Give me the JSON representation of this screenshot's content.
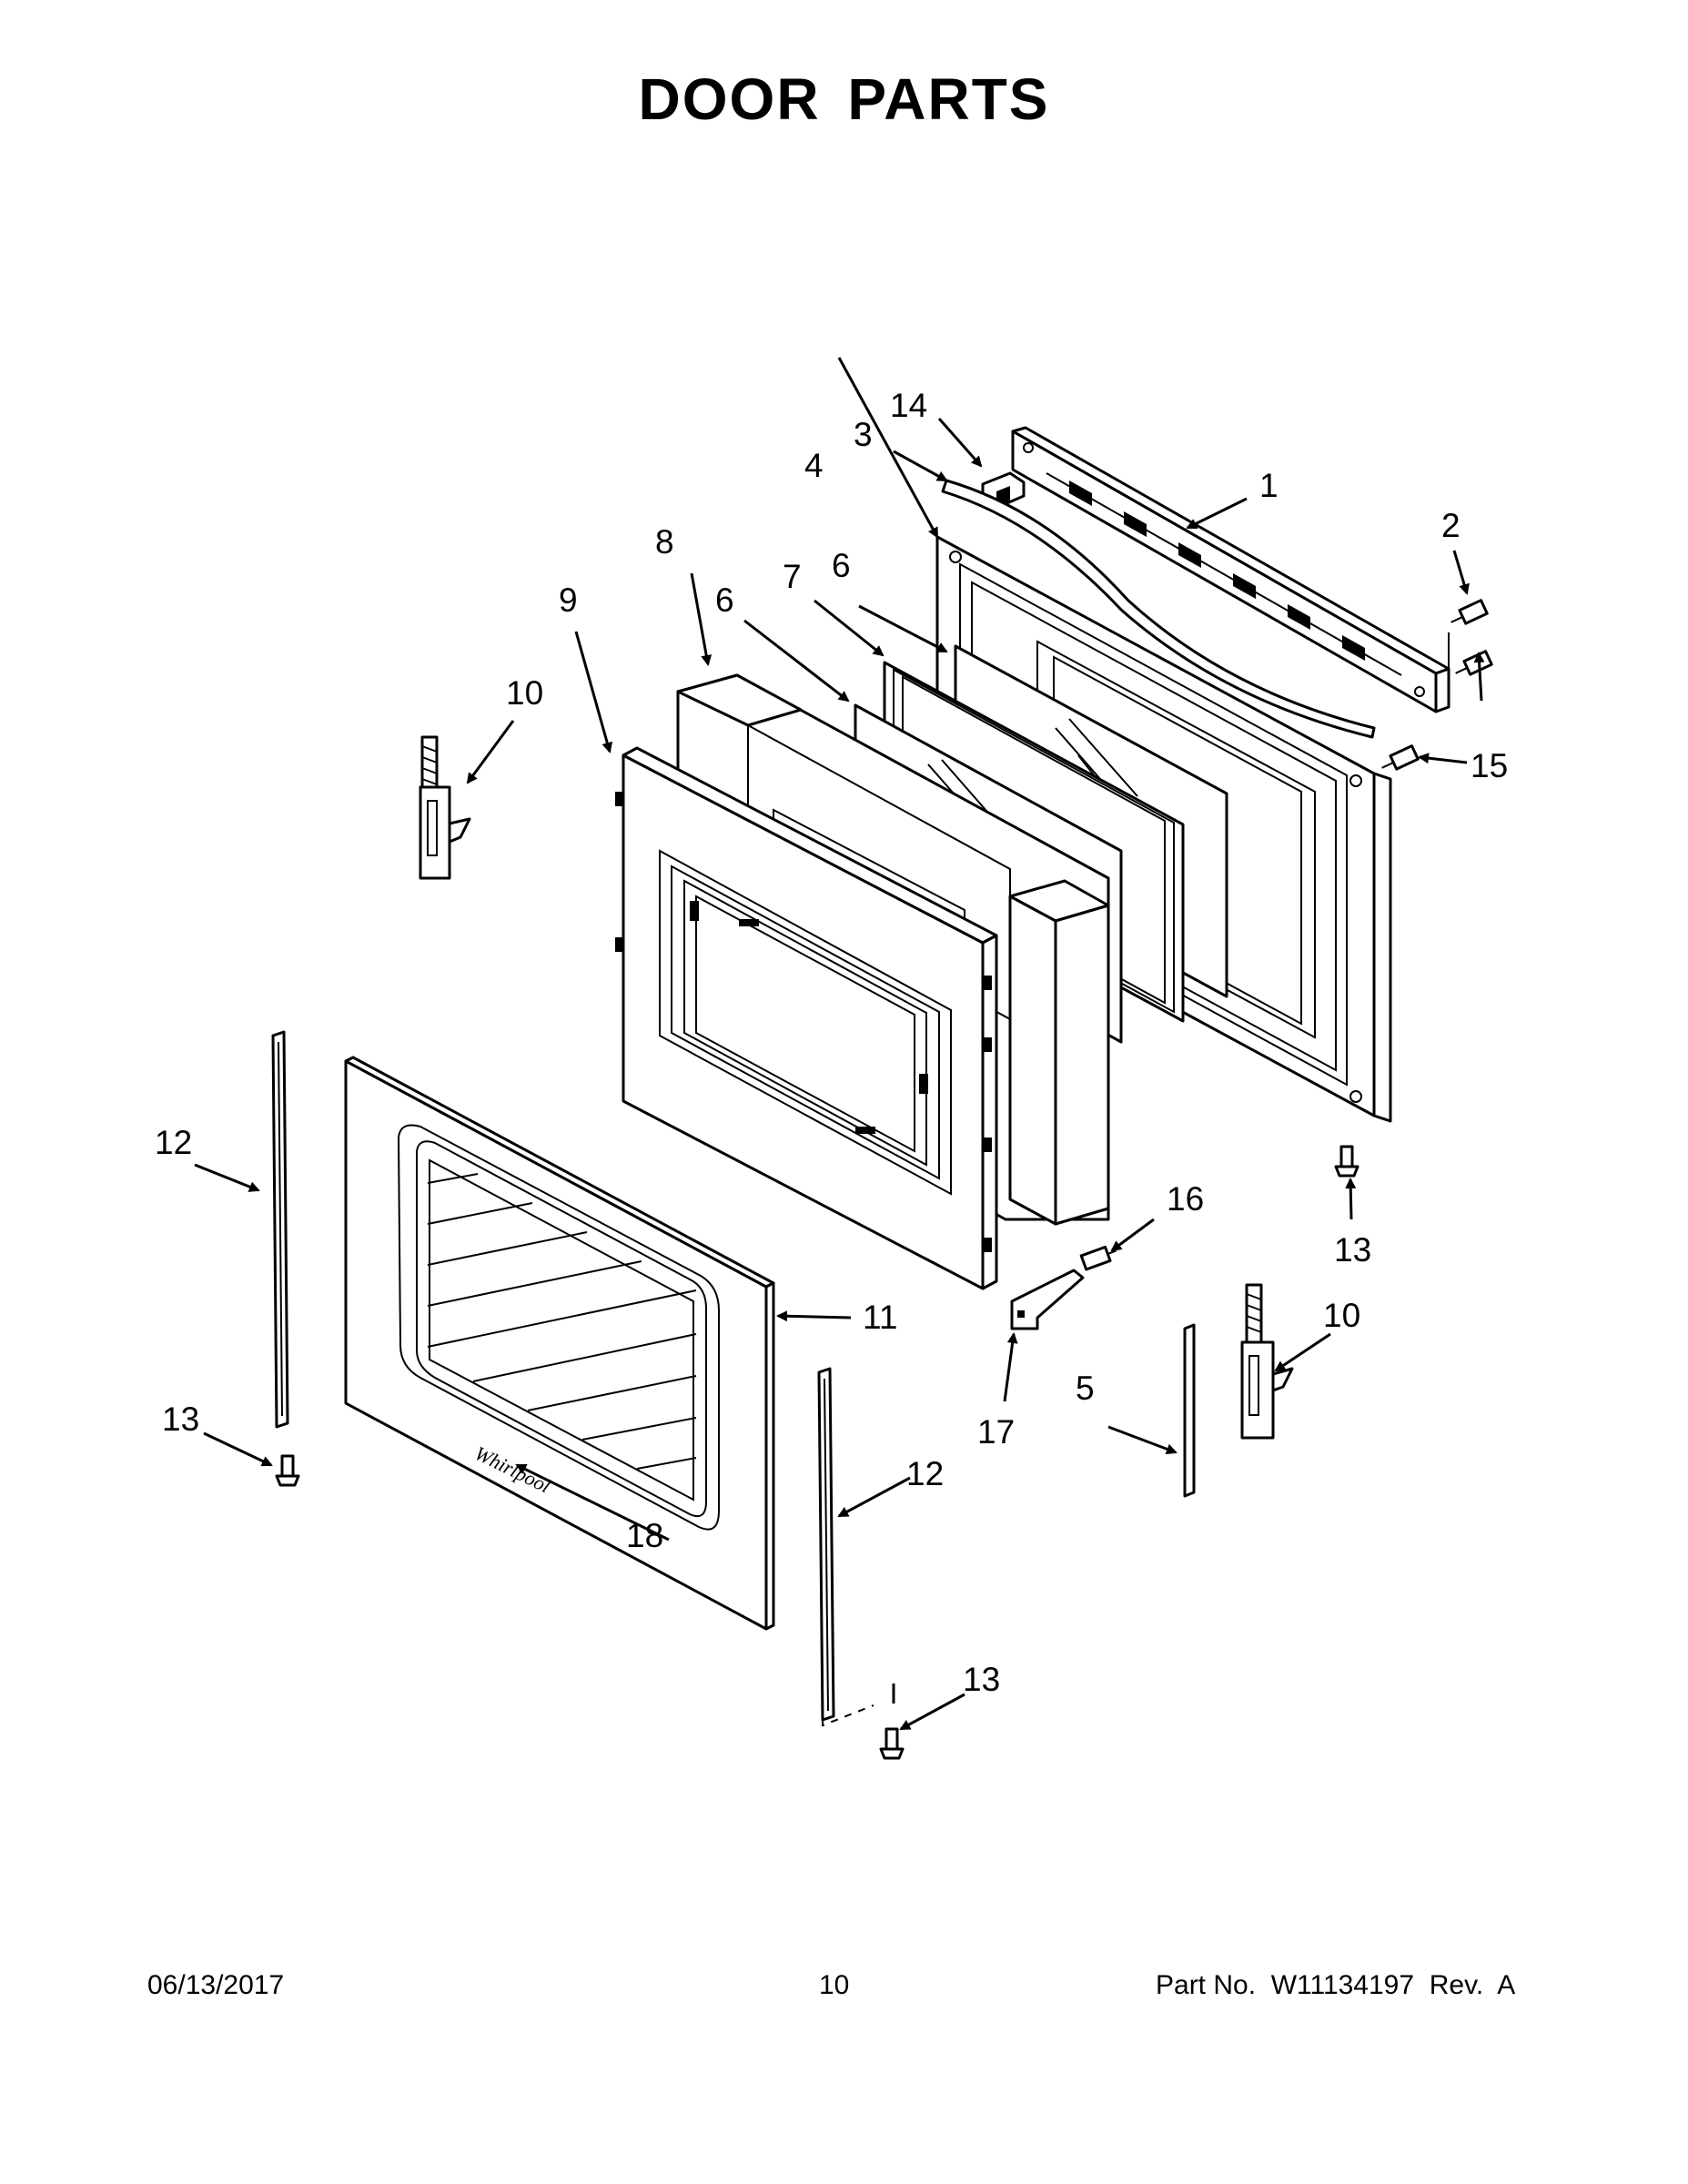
{
  "title": "DOOR PARTS",
  "callouts": [
    "1",
    "2",
    "3",
    "4",
    "5",
    "6",
    "6",
    "7",
    "8",
    "9",
    "10",
    "10",
    "11",
    "12",
    "12",
    "13",
    "13",
    "13",
    "14",
    "15",
    "16",
    "17",
    "18"
  ],
  "footer": {
    "date": "06/13/2017",
    "page": "10",
    "part_no": "Part No.  W11134197  Rev.  A"
  }
}
